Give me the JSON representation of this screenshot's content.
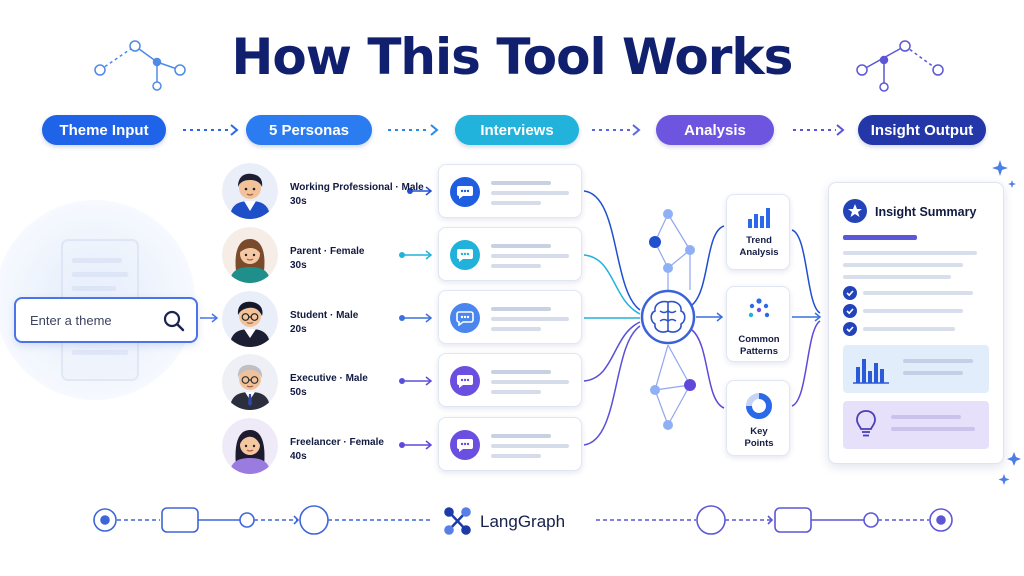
{
  "title": "How This Tool Works",
  "steps": [
    {
      "label": "Theme Input",
      "color": "#1e63e8"
    },
    {
      "label": "5 Personas",
      "color": "#2a7cf0"
    },
    {
      "label": "Interviews",
      "color": "#21b3db"
    },
    {
      "label": "Analysis",
      "color": "#6d55e0"
    },
    {
      "label": "Insight Output",
      "color": "#2437a8"
    }
  ],
  "search": {
    "placeholder": "Enter a theme",
    "icon": "search-icon"
  },
  "personas": [
    {
      "line1": "Working Professional · Male",
      "line2": "30s"
    },
    {
      "line1": "Parent · Female",
      "line2": "30s"
    },
    {
      "line1": "Student · Male",
      "line2": "20s"
    },
    {
      "line1": "Executive · Male",
      "line2": "50s"
    },
    {
      "line1": "Freelancer · Female",
      "line2": "40s"
    }
  ],
  "interview_colors": [
    "#1f5ee0",
    "#20b2da",
    "#4a86ee",
    "#6a4fe0",
    "#6a4fe0"
  ],
  "analysis_cards": [
    {
      "line1": "Trend",
      "line2": "Analysis",
      "icon": "bar-chart-icon"
    },
    {
      "line1": "Common",
      "line2": "Patterns",
      "icon": "dots-cluster-icon"
    },
    {
      "line1": "Key",
      "line2": "Points",
      "icon": "donut-chart-icon"
    }
  ],
  "insight": {
    "title": "Insight Summary",
    "icon": "star-badge-icon"
  },
  "footer": {
    "label": "LangGraph",
    "icon": "langgraph-logo-icon"
  }
}
